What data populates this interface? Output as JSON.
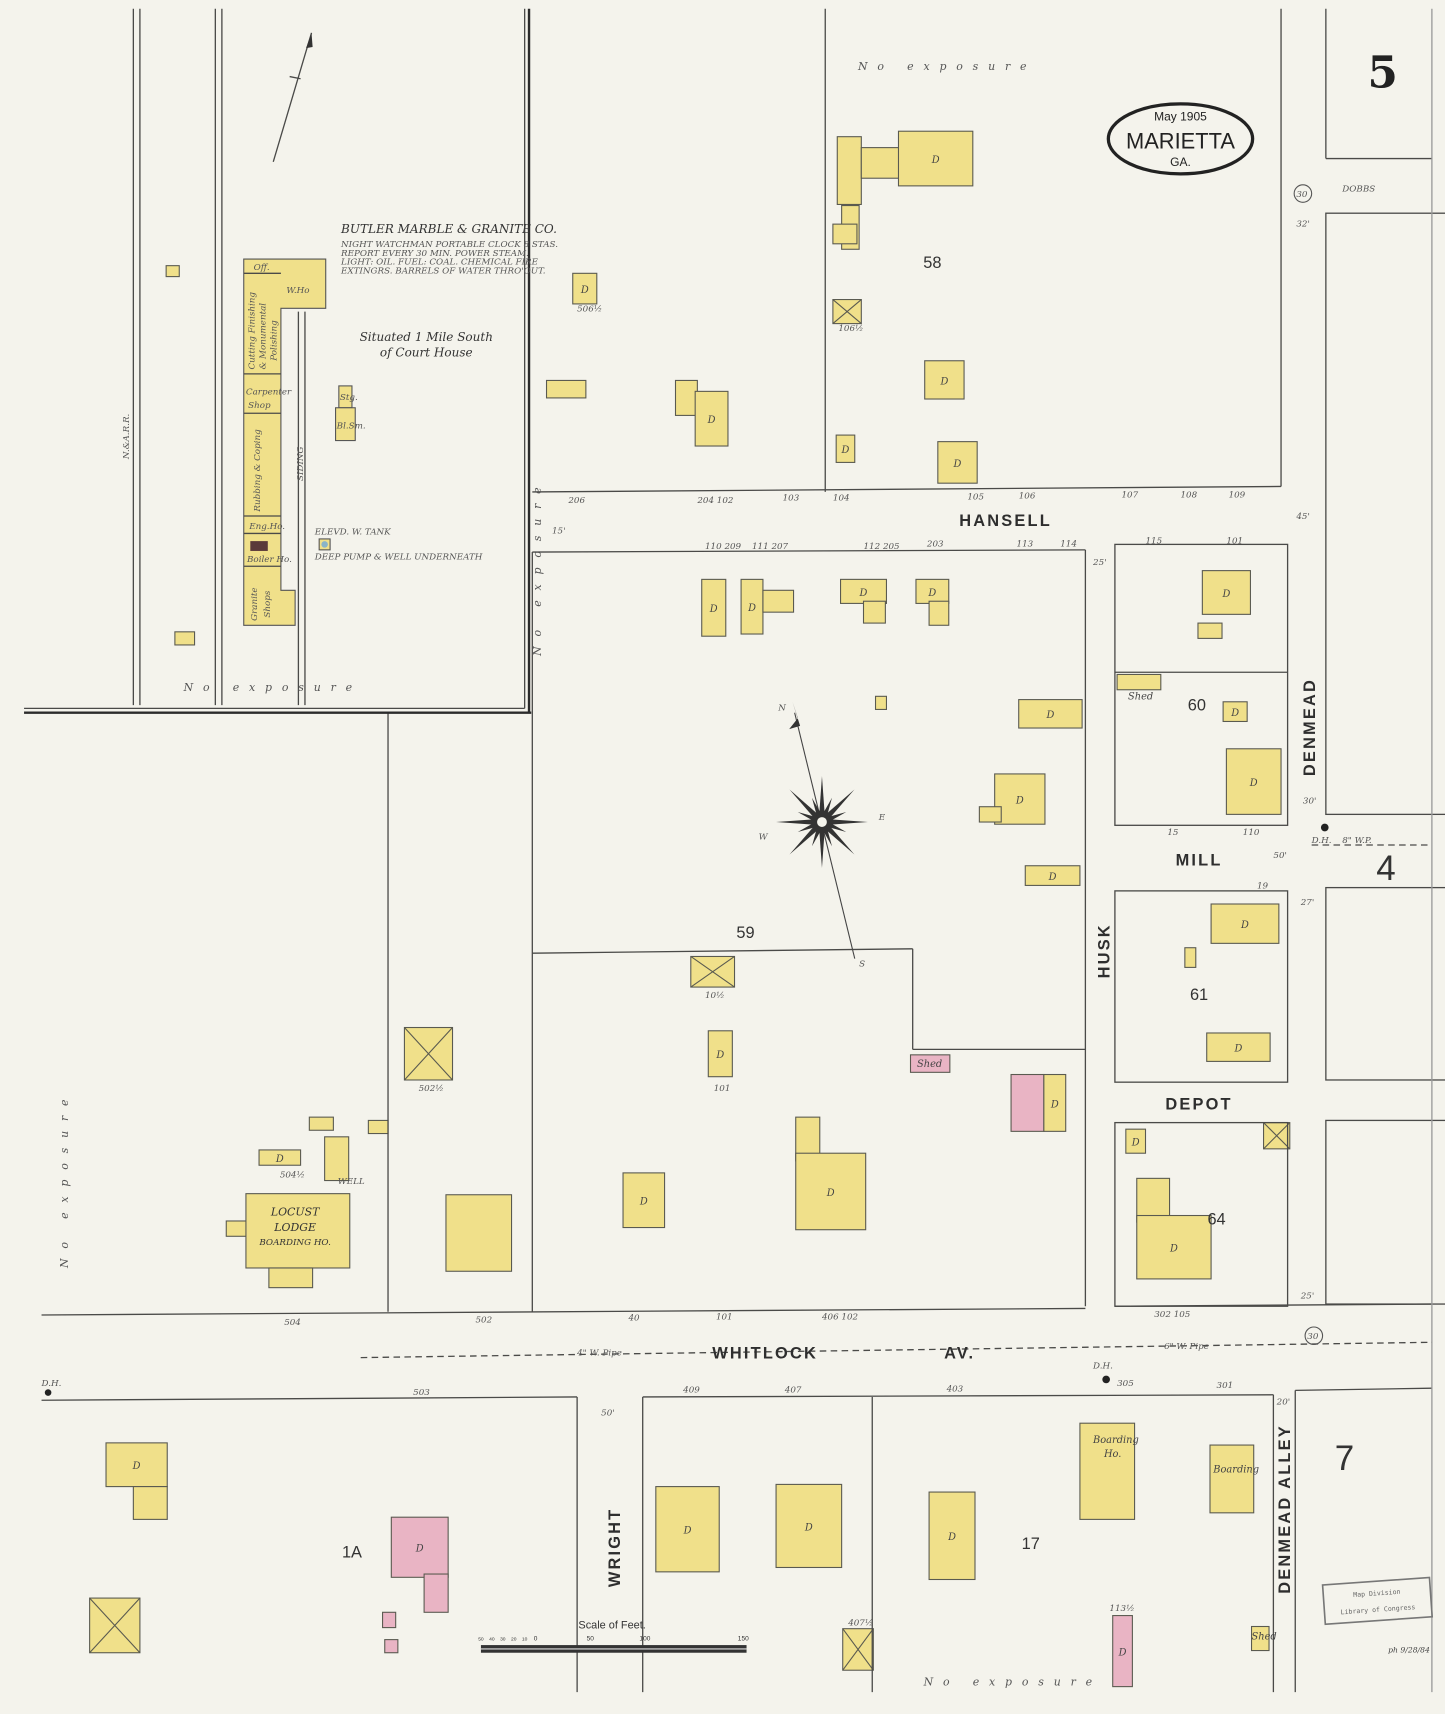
{
  "sheet": {
    "page_number": "5",
    "adjacent_sheets": [
      "4",
      "7"
    ],
    "title_stamp": {
      "date": "May 1905",
      "city": "MARIETTA",
      "state": "GA."
    }
  },
  "colors": {
    "paper": "#f4f3ec",
    "frame_dwelling": "#f0e08a",
    "brick": "#e9b4c4",
    "lines": "#4a4a48"
  },
  "streets": {
    "hansell": "HANSELL",
    "mill": "MILL",
    "depot": "DEPOT",
    "whitlock": "WHITLOCK",
    "whitlock_suffix": "AV.",
    "husk": "HUSK",
    "denmead_north": "DENMEAD",
    "denmead_south": "DENMEAD",
    "wright": "WRIGHT",
    "alley": "ALLEY",
    "dobbs": "DOBBS"
  },
  "blocks": [
    "58",
    "59",
    "60",
    "61",
    "64",
    "17",
    "1A"
  ],
  "exposure": {
    "top": "No exposure",
    "inset_bottom": "No exposure",
    "bottom": "No exposure",
    "left": "No exposure",
    "middle": "No exposure"
  },
  "inset": {
    "company": "BUTLER MARBLE & GRANITE CO.",
    "notes": [
      "NIGHT WATCHMAN PORTABLE CLOCK 8 STAS.",
      "REPORT EVERY 30 MIN. POWER STEAM.",
      "LIGHT: OIL. FUEL: COAL. CHEMICAL FIRE",
      "EXTINGRS. BARRELS OF WATER THRO'OUT."
    ],
    "location_note": [
      "Situated 1 Mile South",
      "of Court House"
    ],
    "railroad": "N.&A.R.R.",
    "siding": "SIDING",
    "building_labels": {
      "office": "Off.",
      "warehouse": "W.Ho",
      "cutting": "Cutting Finishing",
      "monumental": "& Monumental",
      "polishing": "Polishing",
      "carpenter": "Carpenter",
      "carpenter2": "Shop",
      "rubbing": "Rubbing & Coping",
      "engine": "Eng.Ho.",
      "boiler": "Boiler Ho.",
      "granite": "Granite",
      "granite2": "Shops",
      "storage": "Stg.",
      "blacksmith": "Bl.Sm.",
      "tank": "ELEVD. W. TANK",
      "pump": "DEEP PUMP & WELL UNDERNEATH"
    }
  },
  "labels": {
    "locust": [
      "LOCUST",
      "LODGE",
      "BOARDING HO."
    ],
    "boarding_ho": [
      "Boarding",
      "Ho."
    ],
    "boarding": "Boarding",
    "shed": "Shed",
    "well": "WELL",
    "dwelling": "D",
    "dh": "D.H.",
    "pipe_4": "4\" W. Pipe",
    "pipe_6": "6\" W. Pipe",
    "pipe_8": "8\" W.P.",
    "hydrant_size": "30"
  },
  "addresses": {
    "hansell_north": [
      "206",
      "204 102",
      "103",
      "104",
      "105",
      "106",
      "107",
      "108",
      "109"
    ],
    "hansell_south": [
      "110 209",
      "111 207",
      "112 205",
      "203",
      "113",
      "114"
    ],
    "whitlock_north": [
      "504",
      "502",
      "40",
      "101",
      "406 102"
    ],
    "whitlock_south": [
      "503",
      "409",
      "407",
      "403",
      "305",
      "301"
    ],
    "misc": [
      "506½",
      "106½",
      "504½",
      "502½",
      "101",
      "10½",
      "407½",
      "113½",
      "115",
      "101",
      "15",
      "110",
      "19",
      "302 105"
    ]
  },
  "dimensions": [
    "32'",
    "45'",
    "25'",
    "30'",
    "27'",
    "50'",
    "25'",
    "20'",
    "50'",
    "15'"
  ],
  "compass": {
    "n": "N",
    "s": "S",
    "e": "E",
    "w": "W"
  },
  "scale": {
    "title": "Scale of Feet.",
    "ticks": [
      "50",
      "40",
      "30",
      "20",
      "10",
      "0",
      "50",
      "100",
      "150"
    ]
  },
  "stamp": {
    "line1": "Map Division",
    "line2": "Library of Congress"
  },
  "signature": "ph 9/28/84"
}
